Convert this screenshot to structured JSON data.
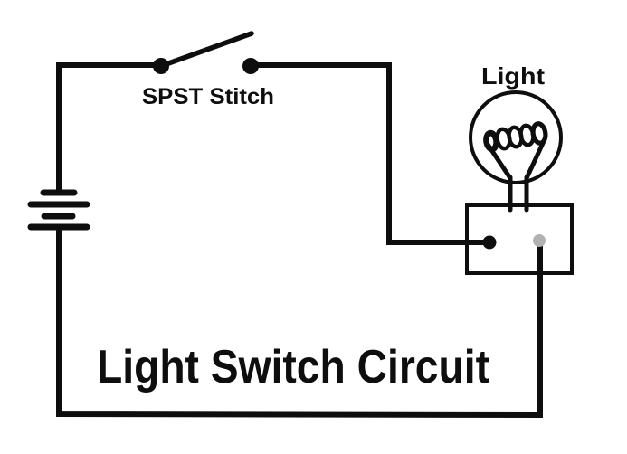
{
  "diagram": {
    "title": "Light Switch Circuit",
    "switch_label": "SPST Stitch",
    "light_label": "Light",
    "components": {
      "battery": "two-cell battery symbol",
      "switch": {
        "type": "SPST",
        "state": "open"
      },
      "lamp": "incandescent bulb with coil filament on terminal box",
      "terminals": {
        "left_dot": "black",
        "right_dot": "gray"
      }
    },
    "colors": {
      "ink": "#0e0e0e",
      "terminal_gray": "#b2b2b2",
      "background": "#ffffff"
    }
  }
}
